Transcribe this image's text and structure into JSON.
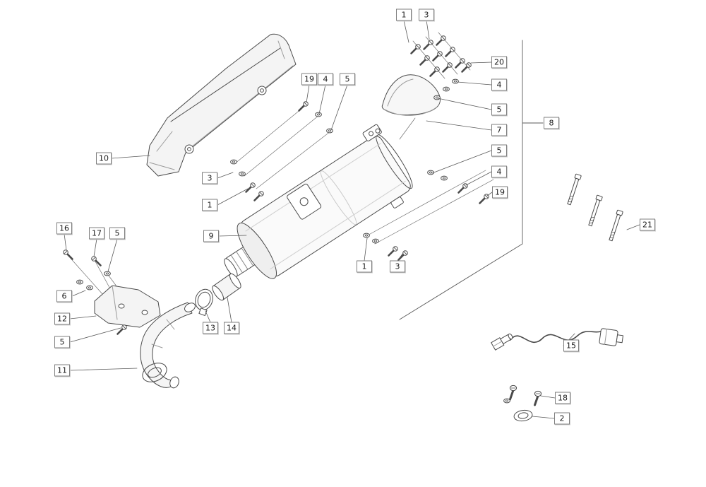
{
  "diagram": {
    "type": "exploded-parts-diagram",
    "subject": "exhaust-system",
    "colors": {
      "background": "#ffffff",
      "line": "#4a4a4a",
      "light_line": "#c9c9c9",
      "label_border": "#7f7f7f",
      "label_text": "#1a1a1a",
      "part_fill": "#f4f4f4"
    },
    "parts": [
      {
        "name": "heat-shield",
        "callout": "10"
      },
      {
        "name": "muffler-body",
        "callout": "9"
      },
      {
        "name": "end-cover",
        "callout": "7"
      },
      {
        "name": "exhaust-pipe",
        "callout": "11"
      },
      {
        "name": "pipe-heat-shield",
        "callout": "12"
      },
      {
        "name": "clamp",
        "callout": "13"
      },
      {
        "name": "coupling-sleeve",
        "callout": "14"
      },
      {
        "name": "oxygen-sensor",
        "callout": "15"
      },
      {
        "name": "screw-set",
        "callout": "18"
      },
      {
        "name": "gasket-ring",
        "callout": "2"
      },
      {
        "name": "stud-bolts",
        "callout": "21"
      },
      {
        "name": "fastener-bracket-span",
        "callout": "8"
      }
    ],
    "callouts": [
      {
        "label": "1"
      },
      {
        "label": "3"
      },
      {
        "label": "20"
      },
      {
        "label": "4"
      },
      {
        "label": "5"
      },
      {
        "label": "7"
      },
      {
        "label": "8"
      },
      {
        "label": "5"
      },
      {
        "label": "4"
      },
      {
        "label": "19"
      },
      {
        "label": "21"
      },
      {
        "label": "10"
      },
      {
        "label": "19"
      },
      {
        "label": "4"
      },
      {
        "label": "5"
      },
      {
        "label": "3"
      },
      {
        "label": "1"
      },
      {
        "label": "9"
      },
      {
        "label": "16"
      },
      {
        "label": "17"
      },
      {
        "label": "5"
      },
      {
        "label": "6"
      },
      {
        "label": "12"
      },
      {
        "label": "5"
      },
      {
        "label": "11"
      },
      {
        "label": "13"
      },
      {
        "label": "14"
      },
      {
        "label": "1"
      },
      {
        "label": "3"
      },
      {
        "label": "15"
      },
      {
        "label": "18"
      },
      {
        "label": "2"
      }
    ]
  }
}
